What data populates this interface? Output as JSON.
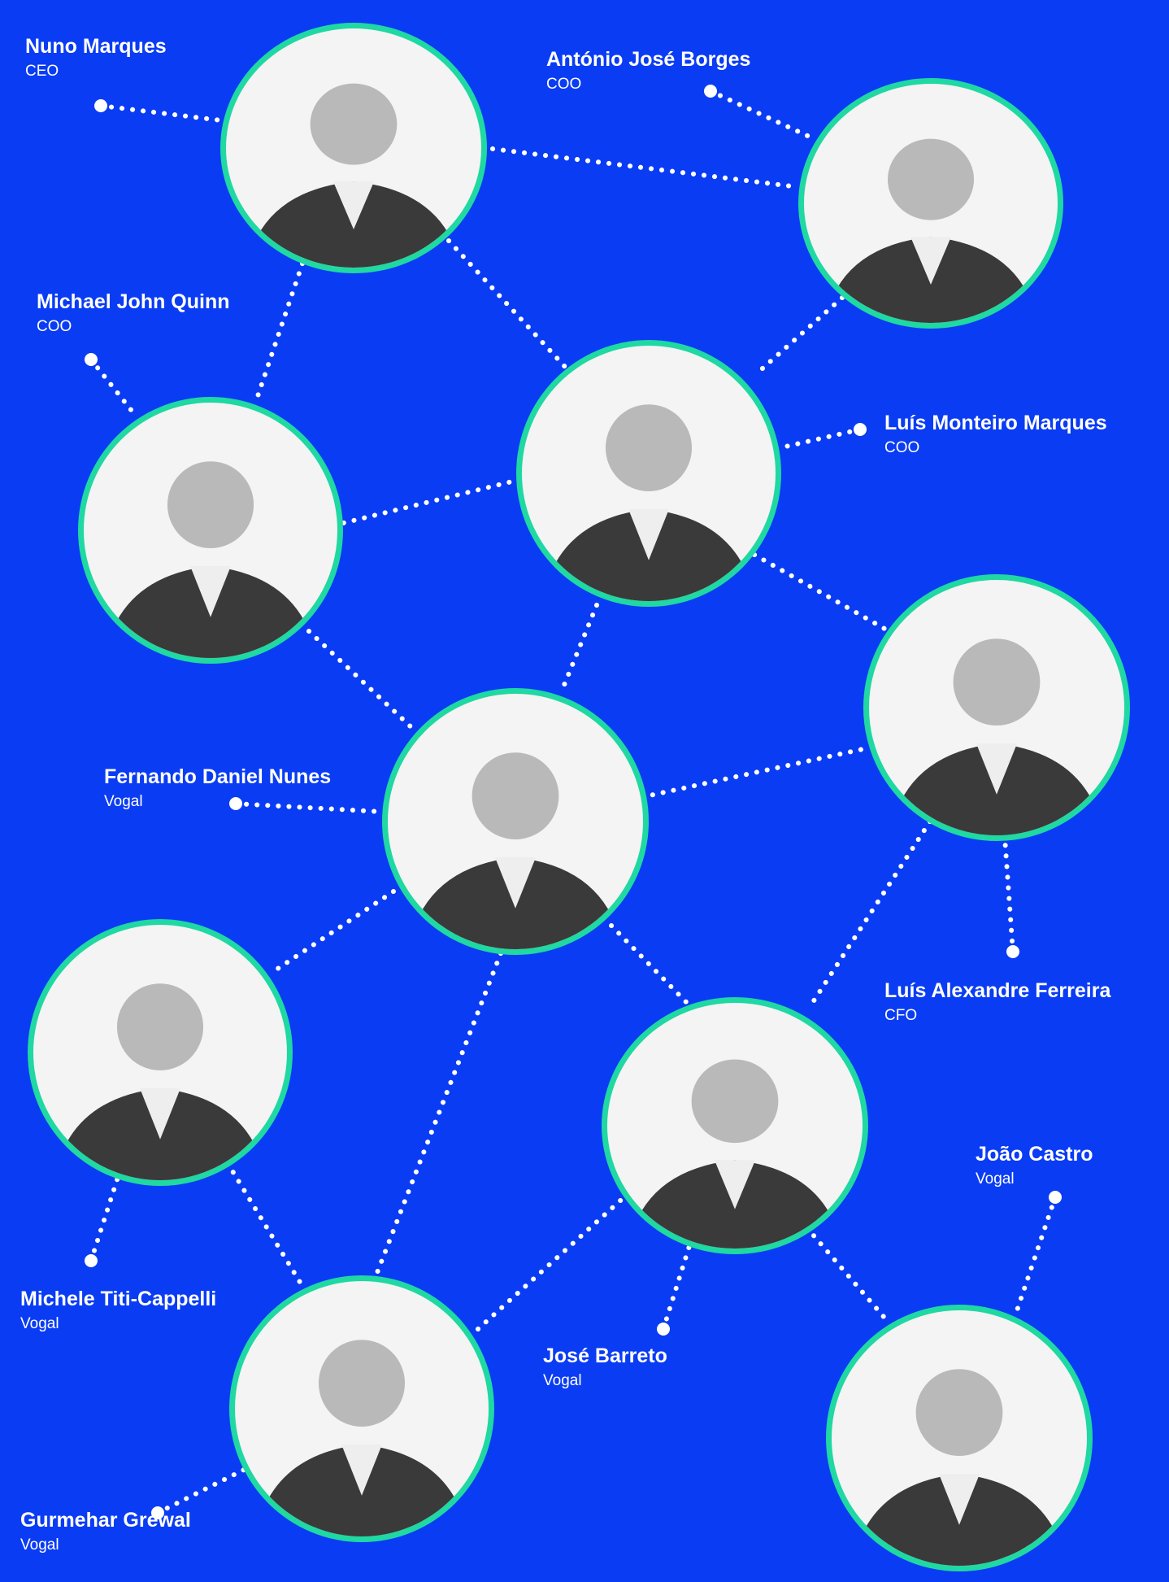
{
  "colors": {
    "background": "#0a3cf4",
    "ring": "#1fd8a2",
    "dots": "#ffffff",
    "text": "#ffffff"
  },
  "members": [
    {
      "id": "nuno-marques",
      "name": "Nuno Marques",
      "role": "CEO"
    },
    {
      "id": "antonio-jose-borges",
      "name": "António José Borges",
      "role": "COO"
    },
    {
      "id": "michael-john-quinn",
      "name": "Michael John Quinn",
      "role": "COO"
    },
    {
      "id": "luis-monteiro-marques",
      "name": "Luís Monteiro Marques",
      "role": "COO"
    },
    {
      "id": "fernando-daniel-nunes",
      "name": "Fernando Daniel Nunes",
      "role": "Vogal"
    },
    {
      "id": "luis-alexandre-ferreira",
      "name": "Luís Alexandre Ferreira",
      "role": "CFO"
    },
    {
      "id": "joao-castro",
      "name": "João Castro",
      "role": "Vogal"
    },
    {
      "id": "michele-titi-cappelli",
      "name": "Michele Titi-Cappelli",
      "role": "Vogal"
    },
    {
      "id": "jose-barreto",
      "name": "José Barreto",
      "role": "Vogal"
    },
    {
      "id": "gurmehar-grewal",
      "name": "Gurmehar Grewal",
      "role": "Vogal"
    }
  ]
}
